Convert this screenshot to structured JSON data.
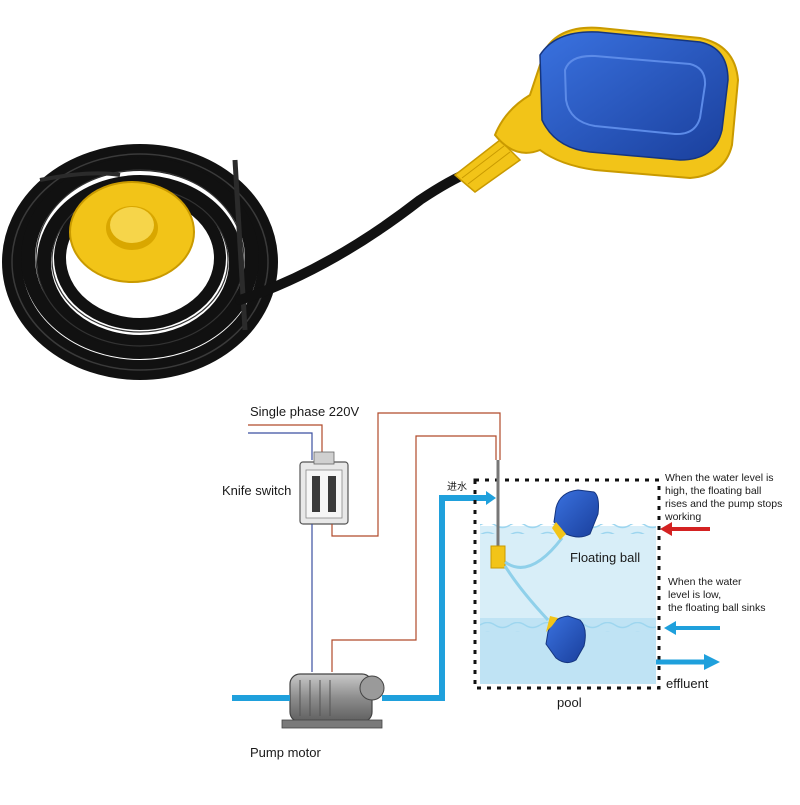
{
  "labels": {
    "power": "Single phase 220V",
    "knife_switch": "Knife switch",
    "pump_motor": "Pump motor",
    "inlet": "进水",
    "floating_ball": "Floating ball",
    "pool": "pool",
    "effluent": "effluent",
    "high_note": [
      "When the water level is",
      "high, the floating ball",
      "rises and the pump stops",
      "working"
    ],
    "low_note": [
      "When the water",
      "level is low,",
      "the floating ball sinks"
    ]
  },
  "colors": {
    "float_blue": "#1f4fb0",
    "float_yellow": "#f2c418",
    "cable_black": "#111111",
    "wire_brown": "#b04a2a",
    "wire_blue": "#3b4fa0",
    "pipe_blue": "#1fa0dc",
    "arrow_red": "#d42222",
    "water_light": "#d8eef8"
  },
  "icons": {
    "product_photo": "float-switch-icon",
    "switch": "knife-switch-icon",
    "motor": "pump-motor-icon"
  }
}
